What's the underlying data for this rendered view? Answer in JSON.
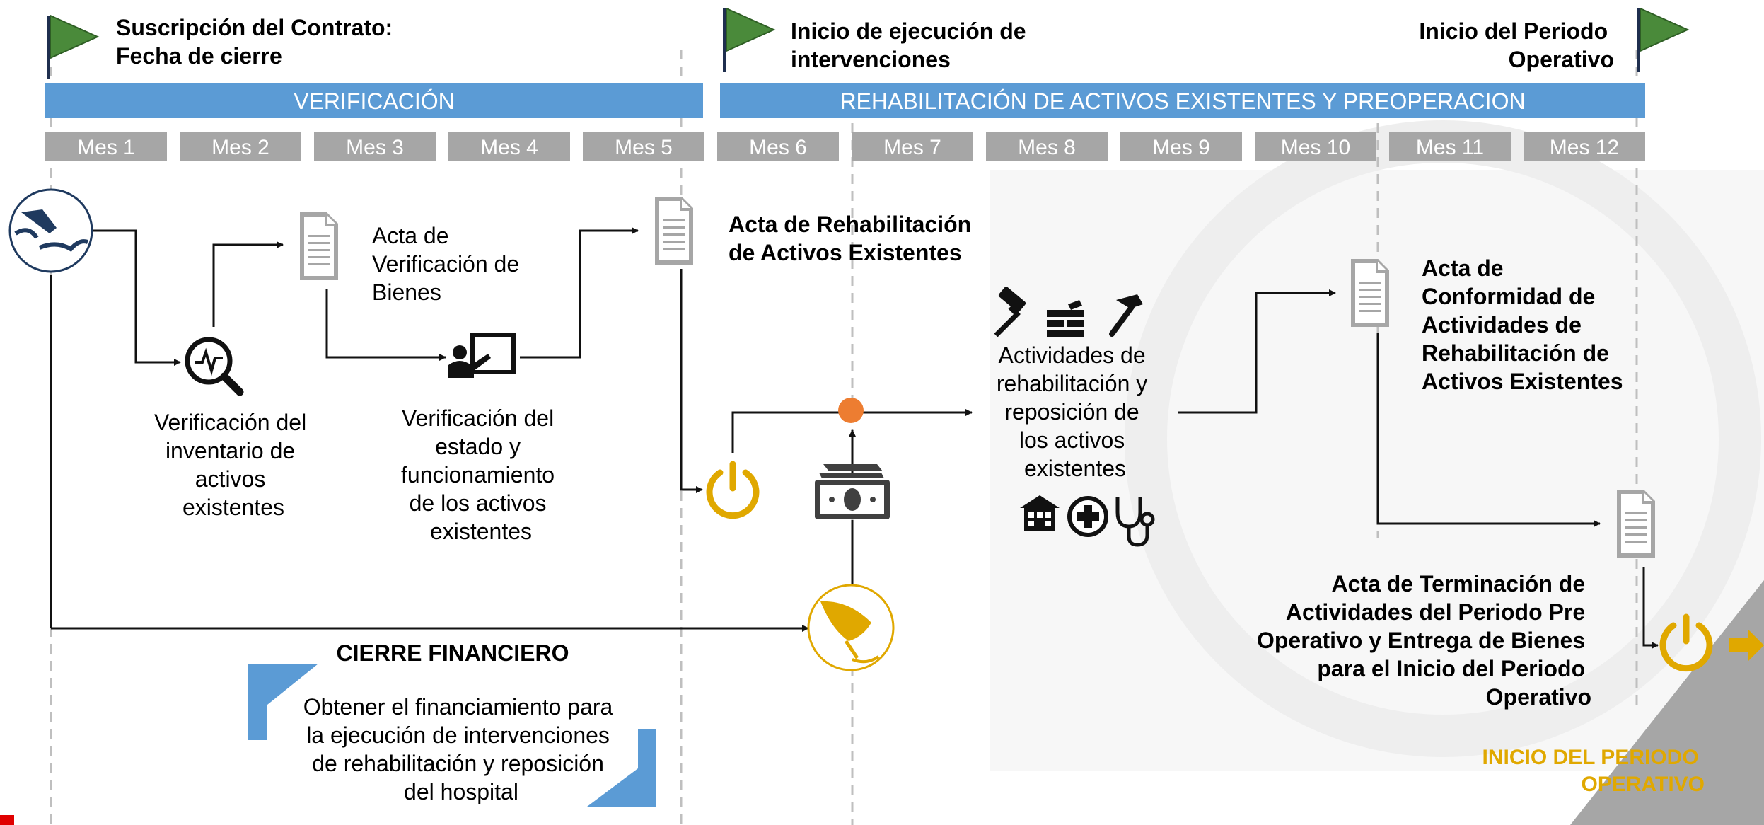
{
  "milestones": [
    {
      "id": "m1",
      "lines": [
        "Suscripción del Contrato:",
        "Fecha de cierre"
      ]
    },
    {
      "id": "m2",
      "lines": [
        "Inicio de ejecución de",
        "intervenciones"
      ]
    },
    {
      "id": "m3",
      "lines": [
        "Inicio del Periodo",
        "Operativo"
      ]
    }
  ],
  "phases": [
    {
      "id": "verificacion",
      "label": "VERIFICACIÓN"
    },
    {
      "id": "rehabilitacion",
      "label": "REHABILITACIÓN DE ACTIVOS EXISTENTES Y PREOPERACION"
    }
  ],
  "months": [
    "Mes 1",
    "Mes 2",
    "Mes 3",
    "Mes 4",
    "Mes 5",
    "Mes 6",
    "Mes 7",
    "Mes 8",
    "Mes 9",
    "Mes 10",
    "Mes 11",
    "Mes 12"
  ],
  "labels": {
    "verif_inventario": [
      "Verificación del",
      "inventario de",
      "activos",
      "existentes"
    ],
    "acta_verificacion": [
      "Acta de",
      "Verificación de",
      "Bienes"
    ],
    "verif_estado": [
      "Verificación del",
      "estado y",
      "funcionamiento",
      "de los activos",
      "existentes"
    ],
    "acta_rehab": [
      "Acta de Rehabilitación",
      "de Activos Existentes"
    ],
    "actividades": [
      "Actividades de",
      "rehabilitación y",
      "reposición de",
      "los activos",
      "existentes"
    ],
    "acta_conformidad": [
      "Acta de",
      "Conformidad de",
      "Actividades de",
      "Rehabilitación de",
      "Activos Existentes"
    ],
    "acta_terminacion": [
      "Acta de Terminación de",
      "Actividades del Periodo Pre",
      "Operativo y Entrega de Bienes",
      "para el Inicio del Periodo",
      "Operativo"
    ],
    "cierre_title": "CIERRE FINANCIERO",
    "cierre_body": [
      "Obtener el financiamiento para",
      "la ejecución de intervenciones",
      "de rehabilitación y reposición",
      "del hospital"
    ],
    "inicio_operativo": [
      "INICIO DEL PERIODO",
      "OPERATIVO"
    ]
  },
  "colors": {
    "flag_green": "#4a8a3a",
    "phase_blue": "#5b9bd5",
    "month_gray": "#a6a6a6",
    "gold": "#e0a800",
    "orange": "#ed7d31",
    "doc_gray": "#a6a6a6"
  }
}
